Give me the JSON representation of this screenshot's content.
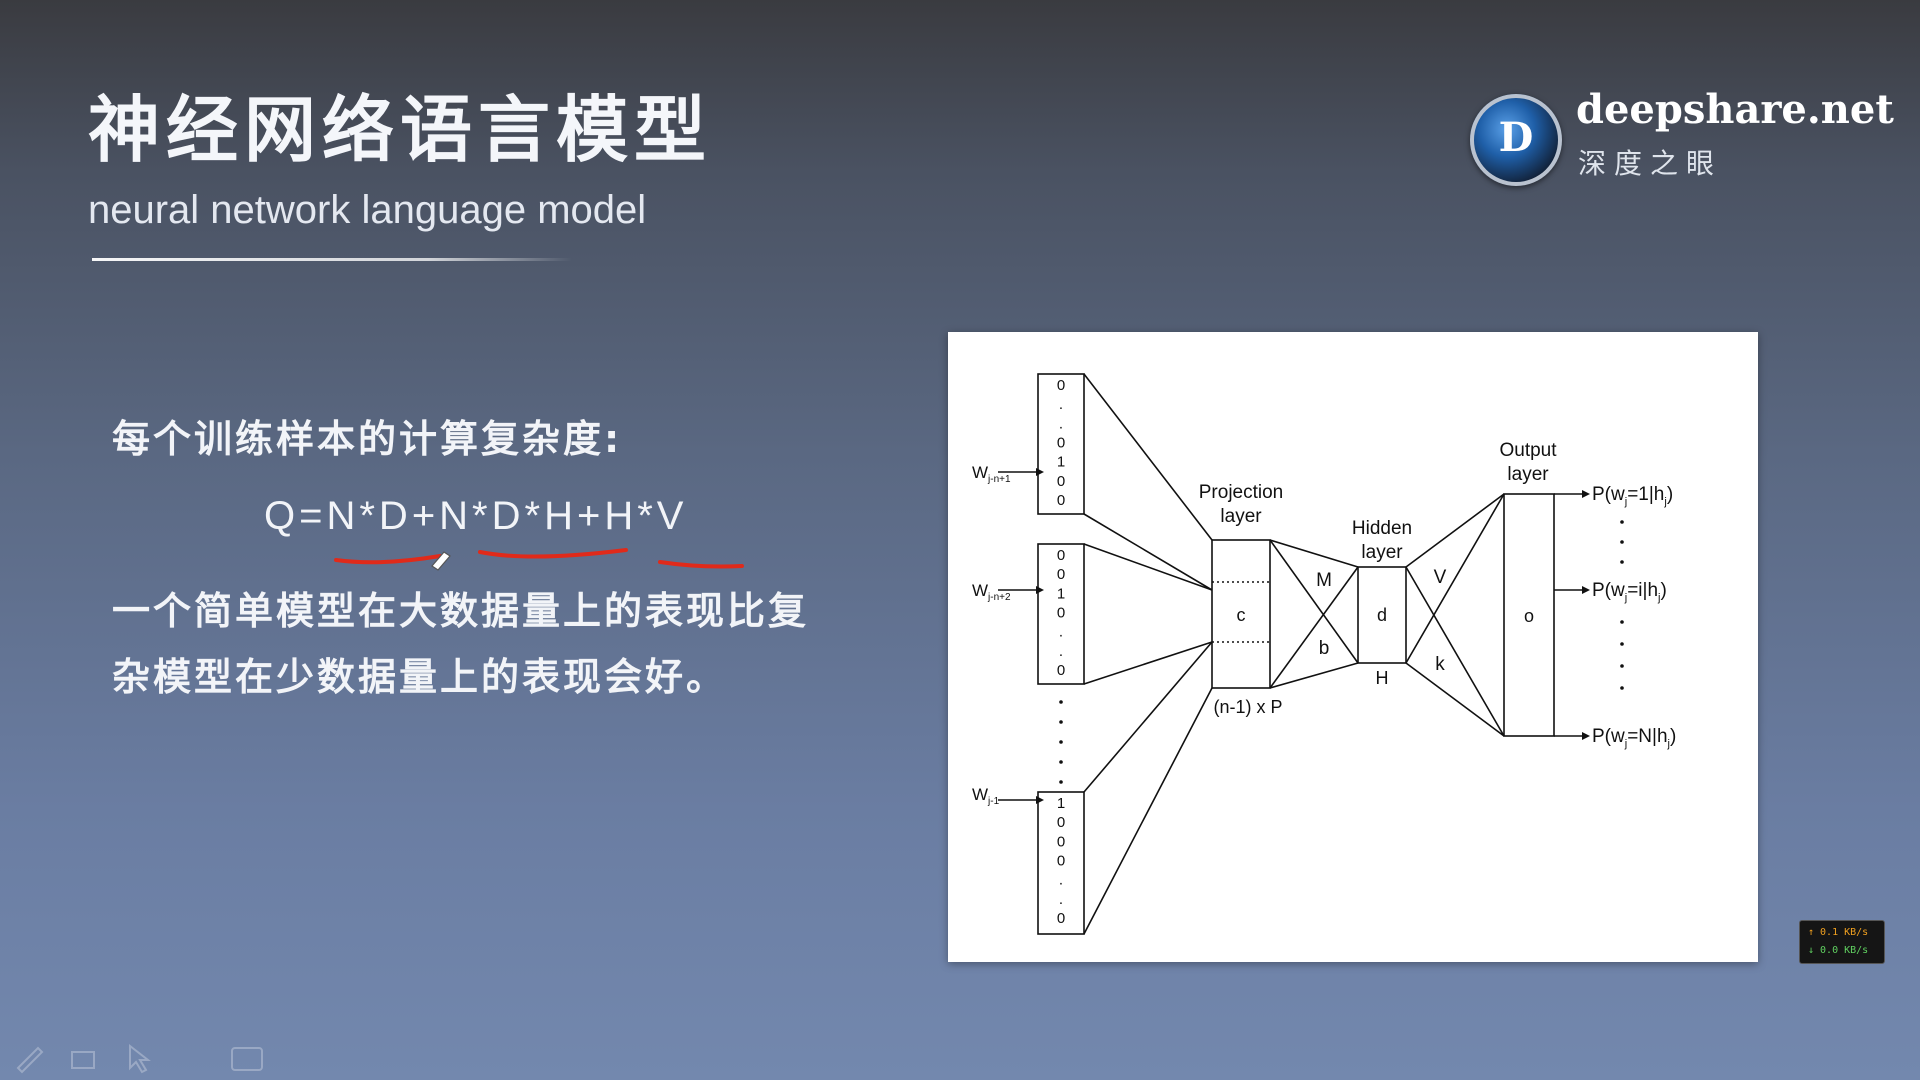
{
  "slide": {
    "title_cn": "神经网络语言模型",
    "title_en": "neural network language model"
  },
  "brand": {
    "name": "deepshare.net",
    "subtitle": "深度之眼",
    "logo_letter": "D"
  },
  "body": {
    "line1": "每个训练样本的计算复杂度:",
    "formula": "Q=N*D+N*D*H+H*V",
    "line2": "一个简单模型在大数据量上的表现比复",
    "line3": "杂模型在少数据量上的表现会好。"
  },
  "diagram": {
    "inputs": [
      {
        "label": "W",
        "sub": "j-n+1",
        "digits": [
          "0",
          ".",
          ".",
          "0",
          "1",
          "0",
          "0"
        ]
      },
      {
        "label": "W",
        "sub": "j-n+2",
        "digits": [
          "0",
          "0",
          "1",
          "0",
          ".",
          ".",
          "0"
        ]
      },
      {
        "label": "W",
        "sub": "j-1",
        "digits": [
          "1",
          "0",
          "0",
          "0",
          ".",
          ".",
          "0"
        ]
      }
    ],
    "projection": {
      "title_line1": "Projection",
      "title_line2": "layer",
      "cell": "c",
      "size": "(n-1) x P"
    },
    "hidden": {
      "title_line1": "Hidden",
      "title_line2": "layer",
      "cell": "d",
      "size": "H",
      "weight_top": "M",
      "weight_bottom": "b"
    },
    "output": {
      "title_line1": "Output",
      "title_line2": "layer",
      "cell": "o",
      "weight_top": "V",
      "weight_bottom": "k"
    },
    "outputs": [
      {
        "pre": "P(w",
        "sub": "j",
        "post": "=1|h",
        "sub2": "j",
        "end": ")"
      },
      {
        "pre": "P(w",
        "sub": "j",
        "post": "=i|h",
        "sub2": "j",
        "end": ")"
      },
      {
        "pre": "P(w",
        "sub": "j",
        "post": "=N|h",
        "sub2": "j",
        "end": ")"
      }
    ]
  },
  "net_speed": {
    "up": "↑ 0.1 KB/s",
    "down": "↓ 0.0 KB/s"
  },
  "colors": {
    "annotation_red": "#e02a1a",
    "brand_blue": "#1f5fa8"
  },
  "icons": [
    "pen-icon",
    "eraser-icon",
    "pointer-icon",
    "screen-icon"
  ]
}
